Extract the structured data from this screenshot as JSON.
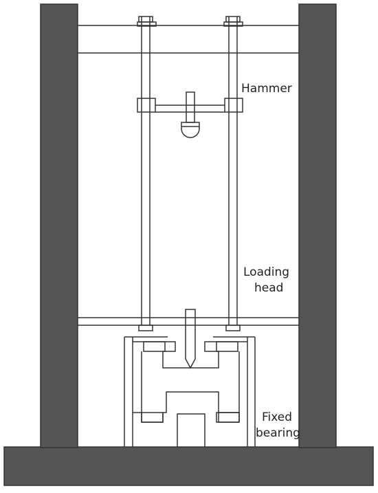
{
  "labels": {
    "hammer": "Hammer",
    "loading_head_line1": "Loading",
    "loading_head_line2": "head",
    "fixed_bearing_line1": "Fixed",
    "fixed_bearing_line2": "bearing"
  },
  "colors": {
    "frame": "#555555",
    "line": "#333333",
    "background": "#ffffff"
  }
}
